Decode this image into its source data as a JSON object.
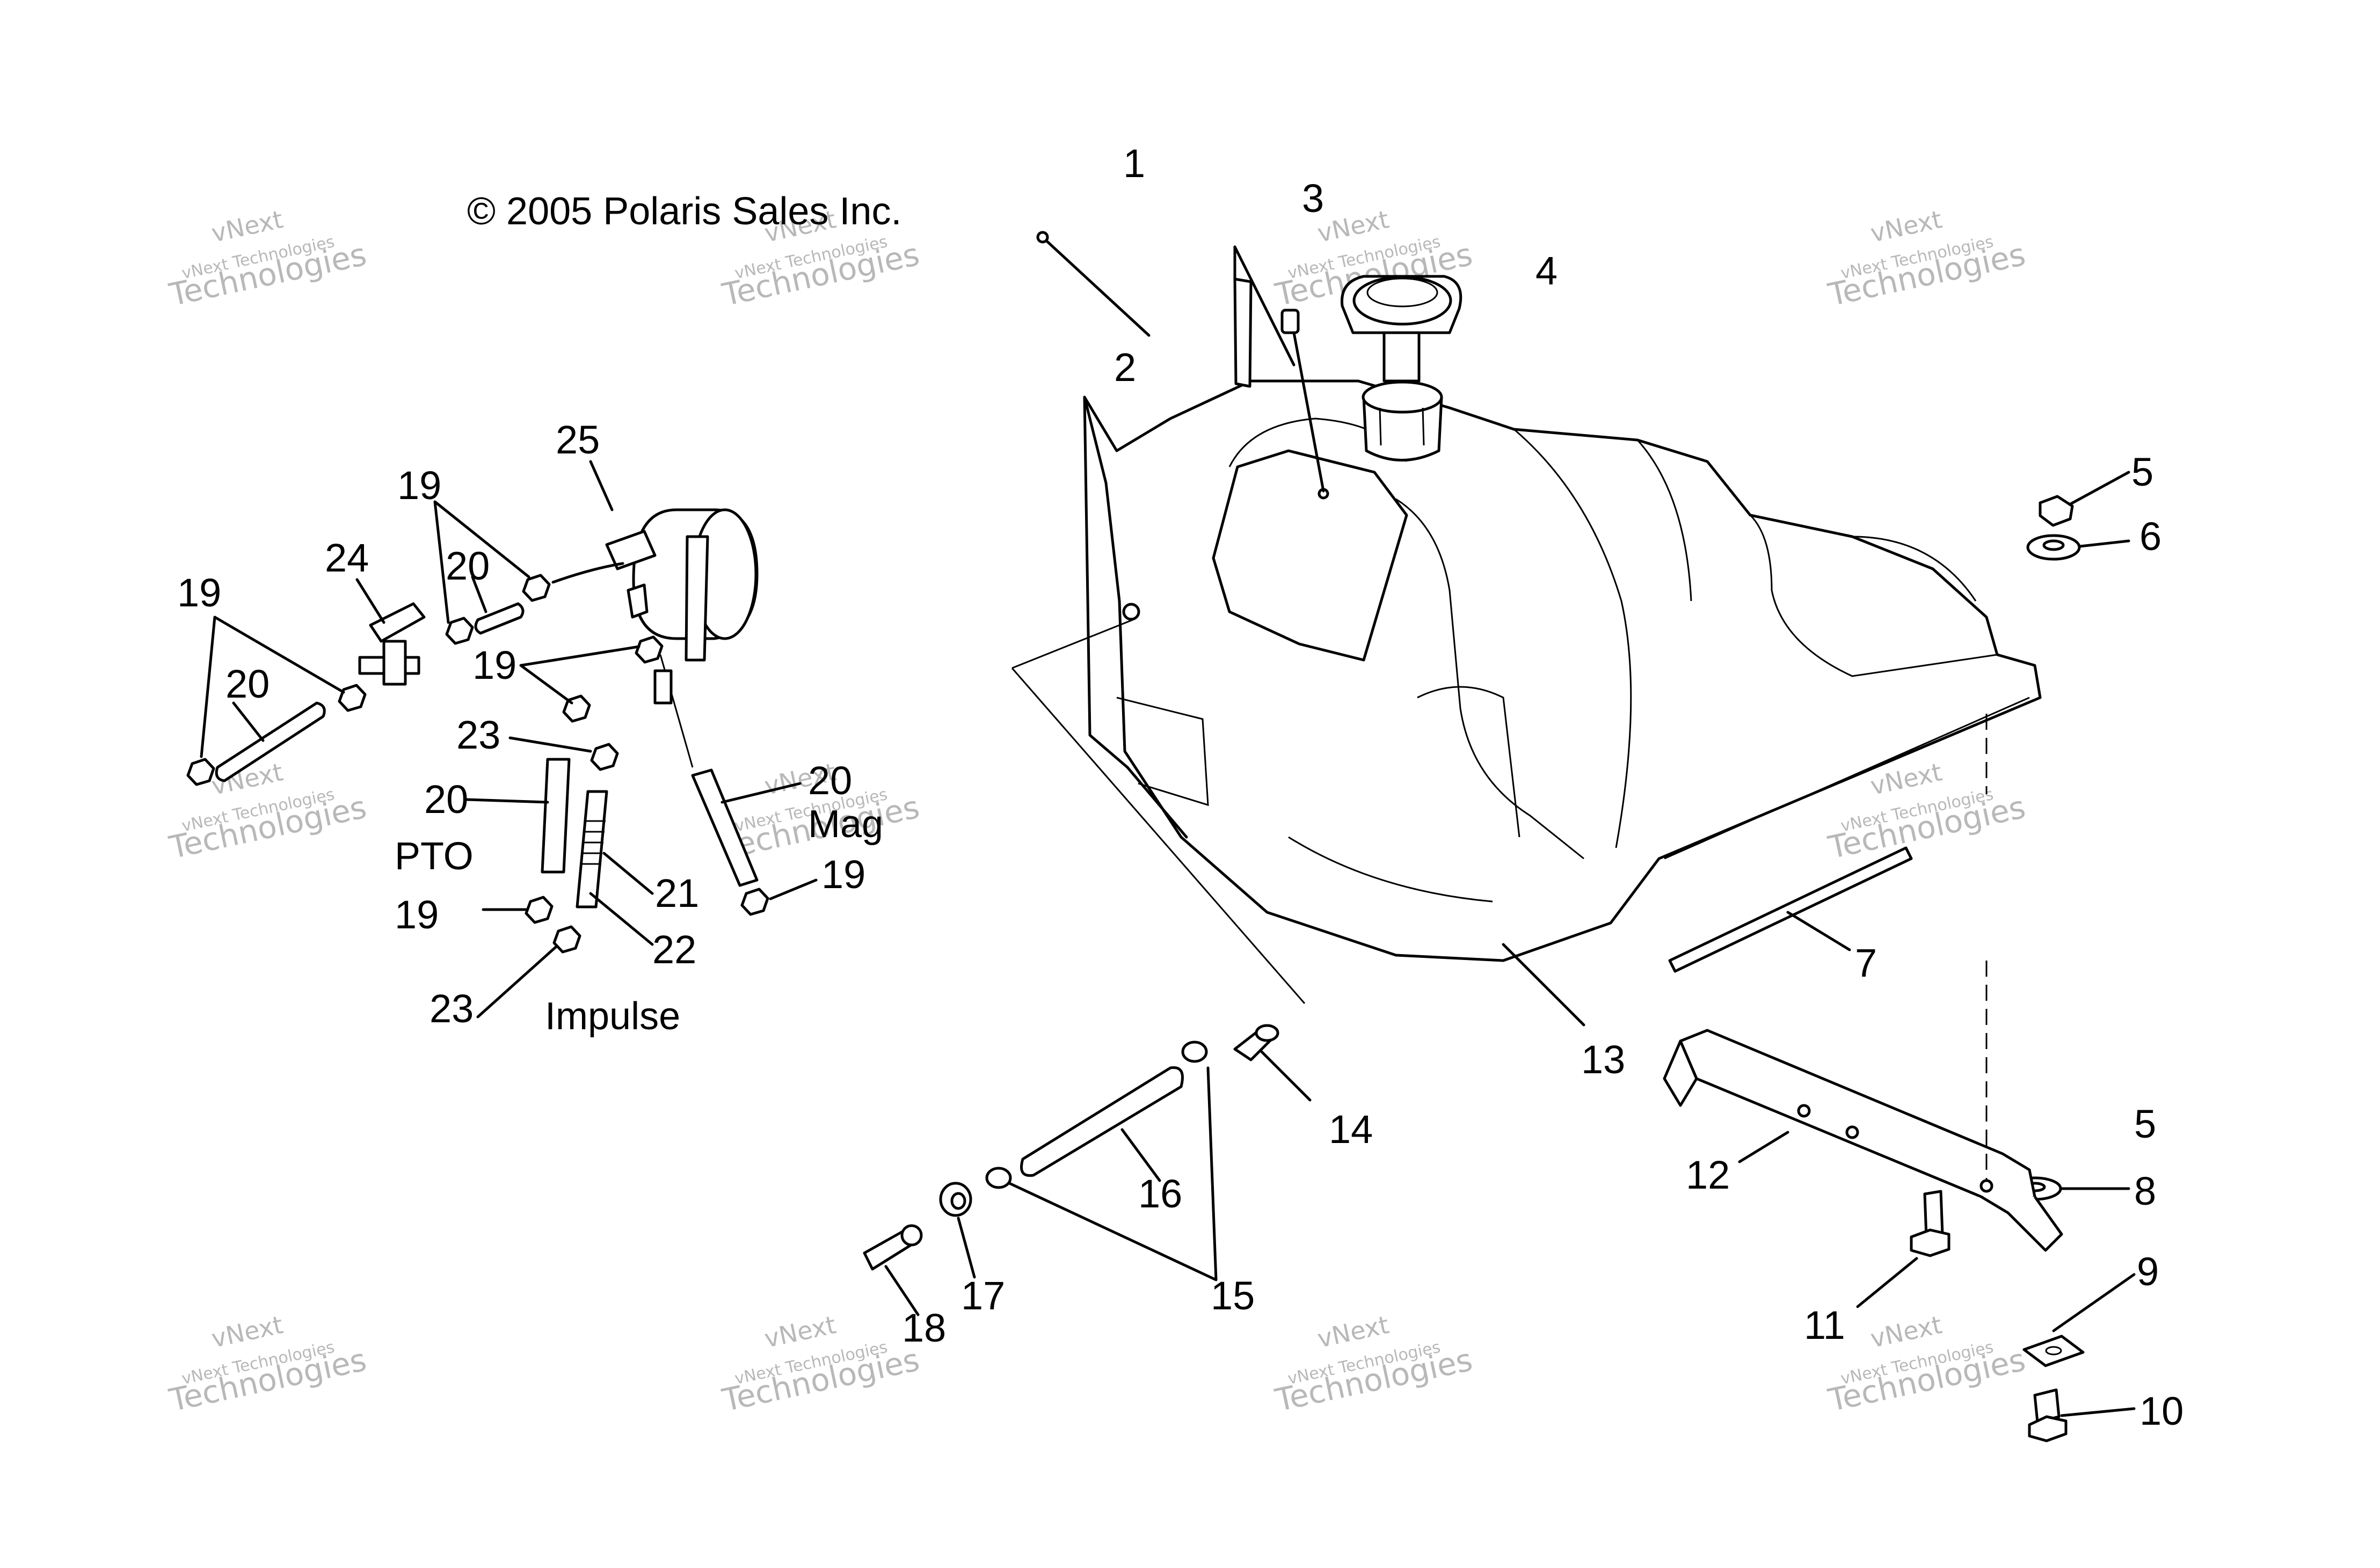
{
  "copyright": "© 2005 Polaris Sales Inc.",
  "captions": {
    "pto": "PTO",
    "mag": "Mag",
    "impulse": "Impulse"
  },
  "callouts": [
    "1",
    "2",
    "3",
    "4",
    "5",
    "6",
    "7",
    "8",
    "9",
    "10",
    "11",
    "12",
    "13",
    "14",
    "15",
    "16",
    "17",
    "18",
    "19",
    "20",
    "21",
    "22",
    "23",
    "24",
    "25"
  ],
  "watermark": {
    "line1": "vNext",
    "line2": "vNext Technologies",
    "line3": "Technologies"
  }
}
